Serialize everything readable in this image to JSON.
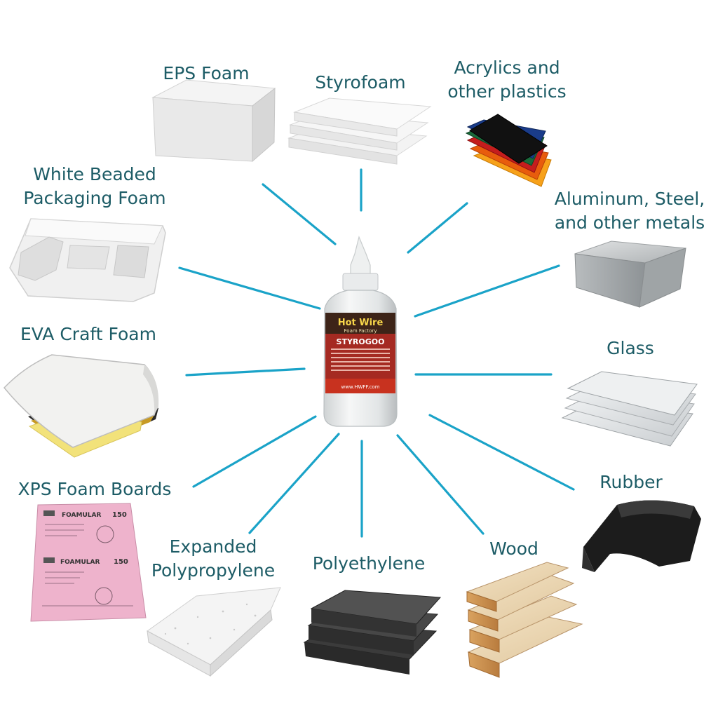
{
  "product": {
    "brand_line1": "Hot Wire",
    "brand_line2": "Foam Factory",
    "name": "STYROGOO",
    "website": "www.HWFF.com"
  },
  "materials": [
    {
      "label": "EPS Foam"
    },
    {
      "label": "Styrofoam"
    },
    {
      "label": "Acrylics and other plastics",
      "line1": "Acrylics and",
      "line2": "other plastics"
    },
    {
      "label": "White Beaded Packaging Foam",
      "line1": "White Beaded",
      "line2": "Packaging Foam"
    },
    {
      "label": "Aluminum, Steel, and other metals",
      "line1": "Aluminum, Steel,",
      "line2": "and other metals"
    },
    {
      "label": "EVA Craft Foam"
    },
    {
      "label": "Glass"
    },
    {
      "label": "XPS Foam Boards"
    },
    {
      "label": "Rubber"
    },
    {
      "label": "Expanded Polypropylene",
      "line1": "Expanded",
      "line2": "Polypropylene"
    },
    {
      "label": "Polyethylene"
    },
    {
      "label": "Wood"
    }
  ],
  "xps_board": {
    "brand": "FOAMULAR",
    "grade": "150"
  },
  "colors": {
    "connector": "#1aa3c8",
    "label": "#1d5c66",
    "xps_pink": "#eeb3cc"
  }
}
